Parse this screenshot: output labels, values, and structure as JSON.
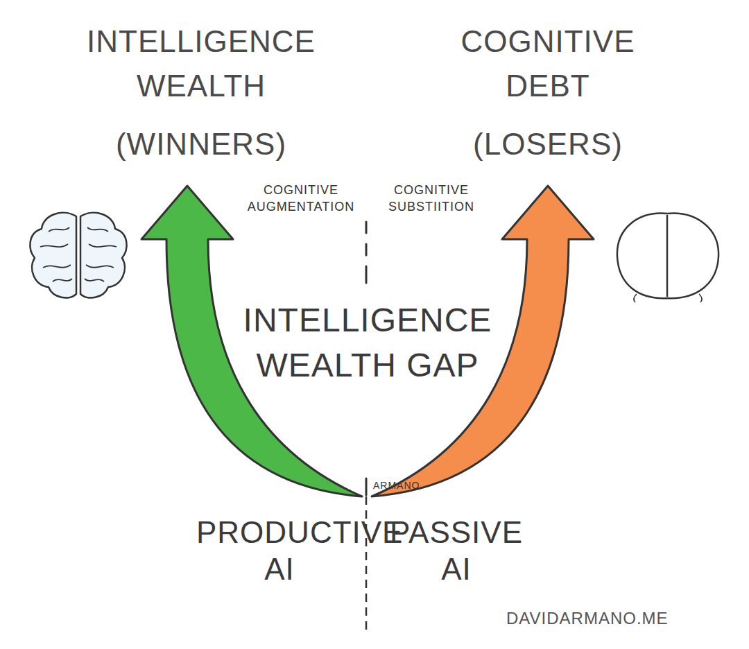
{
  "diagram": {
    "nodes": [
      {
        "text": [
          "PRODUCTIVE AI"
        ]
      },
      {
        "text": [
          "PASSIVE AI"
        ]
      }
    ],
    "labels": [
      "INTELLIGENCE WEALTH",
      "(WINNERS)",
      "COGNITIVE DEBT",
      "(LOSERS)",
      "COGNITIVE AUGMENTATION",
      "COGNITIVE SUBSTIITION",
      "INTELLIGENCE WEALTH GAP",
      "ARMANO",
      "DAVIDARMANO.ME"
    ]
  }
}
